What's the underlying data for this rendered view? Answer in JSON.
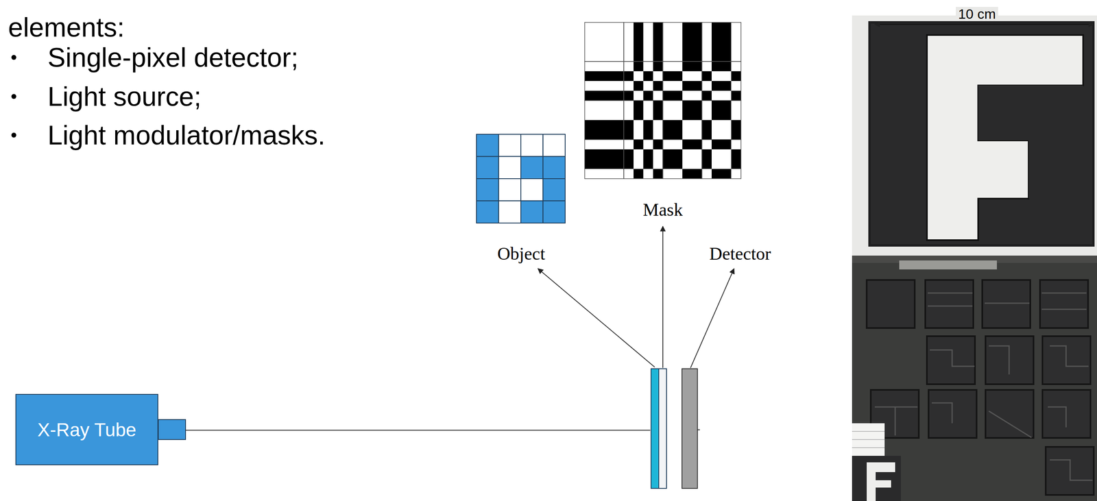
{
  "diagram": {
    "nodes": [
      {
        "text": [
          "X-Ray Tube"
        ]
      }
    ],
    "labels": [
      "elements:",
      "Single-pixel detector;",
      "Light source;",
      "Light modulator/masks.",
      "Object",
      "Mask",
      "Detector",
      "10 cm"
    ]
  }
}
